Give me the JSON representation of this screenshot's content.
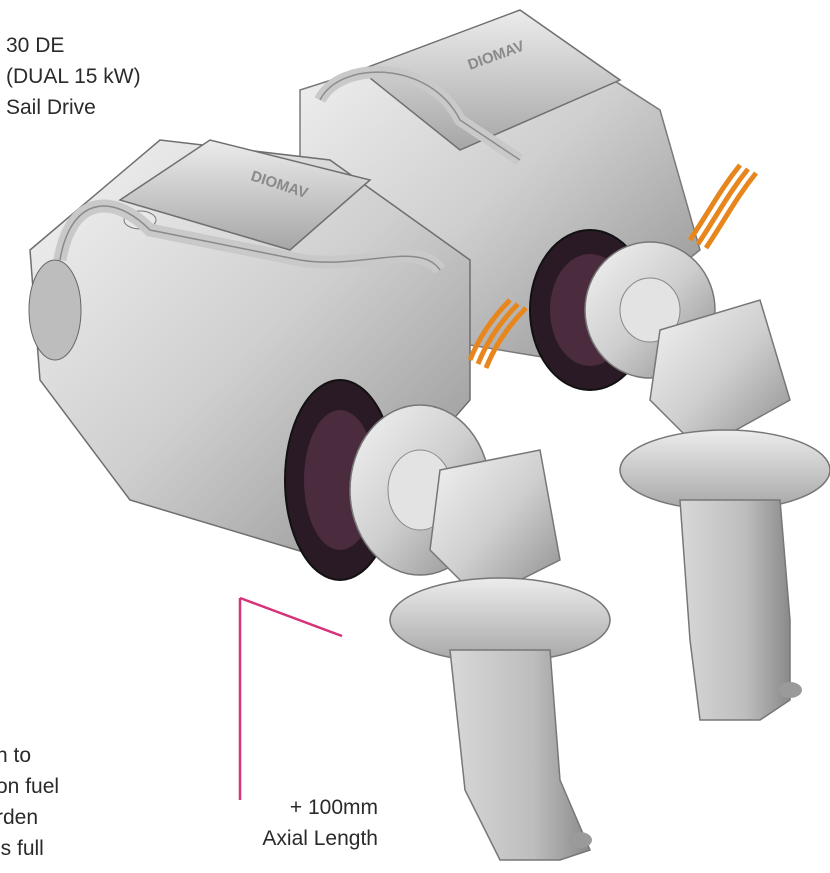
{
  "product": {
    "model": "30 DE",
    "power": "(DUAL 15 kW)",
    "drive": "Sail Drive"
  },
  "note_partial": [
    "n to",
    "on fuel",
    "rden",
    "is full"
  ],
  "dimension": {
    "delta": "+ 100mm",
    "label": "Axial Length"
  },
  "brand_mark": "DIOMAV",
  "colors": {
    "accent_line": "#d6337a",
    "cable": "#e8861e",
    "engine_body": "#d9d9d9",
    "stator": "#2a1a26"
  }
}
